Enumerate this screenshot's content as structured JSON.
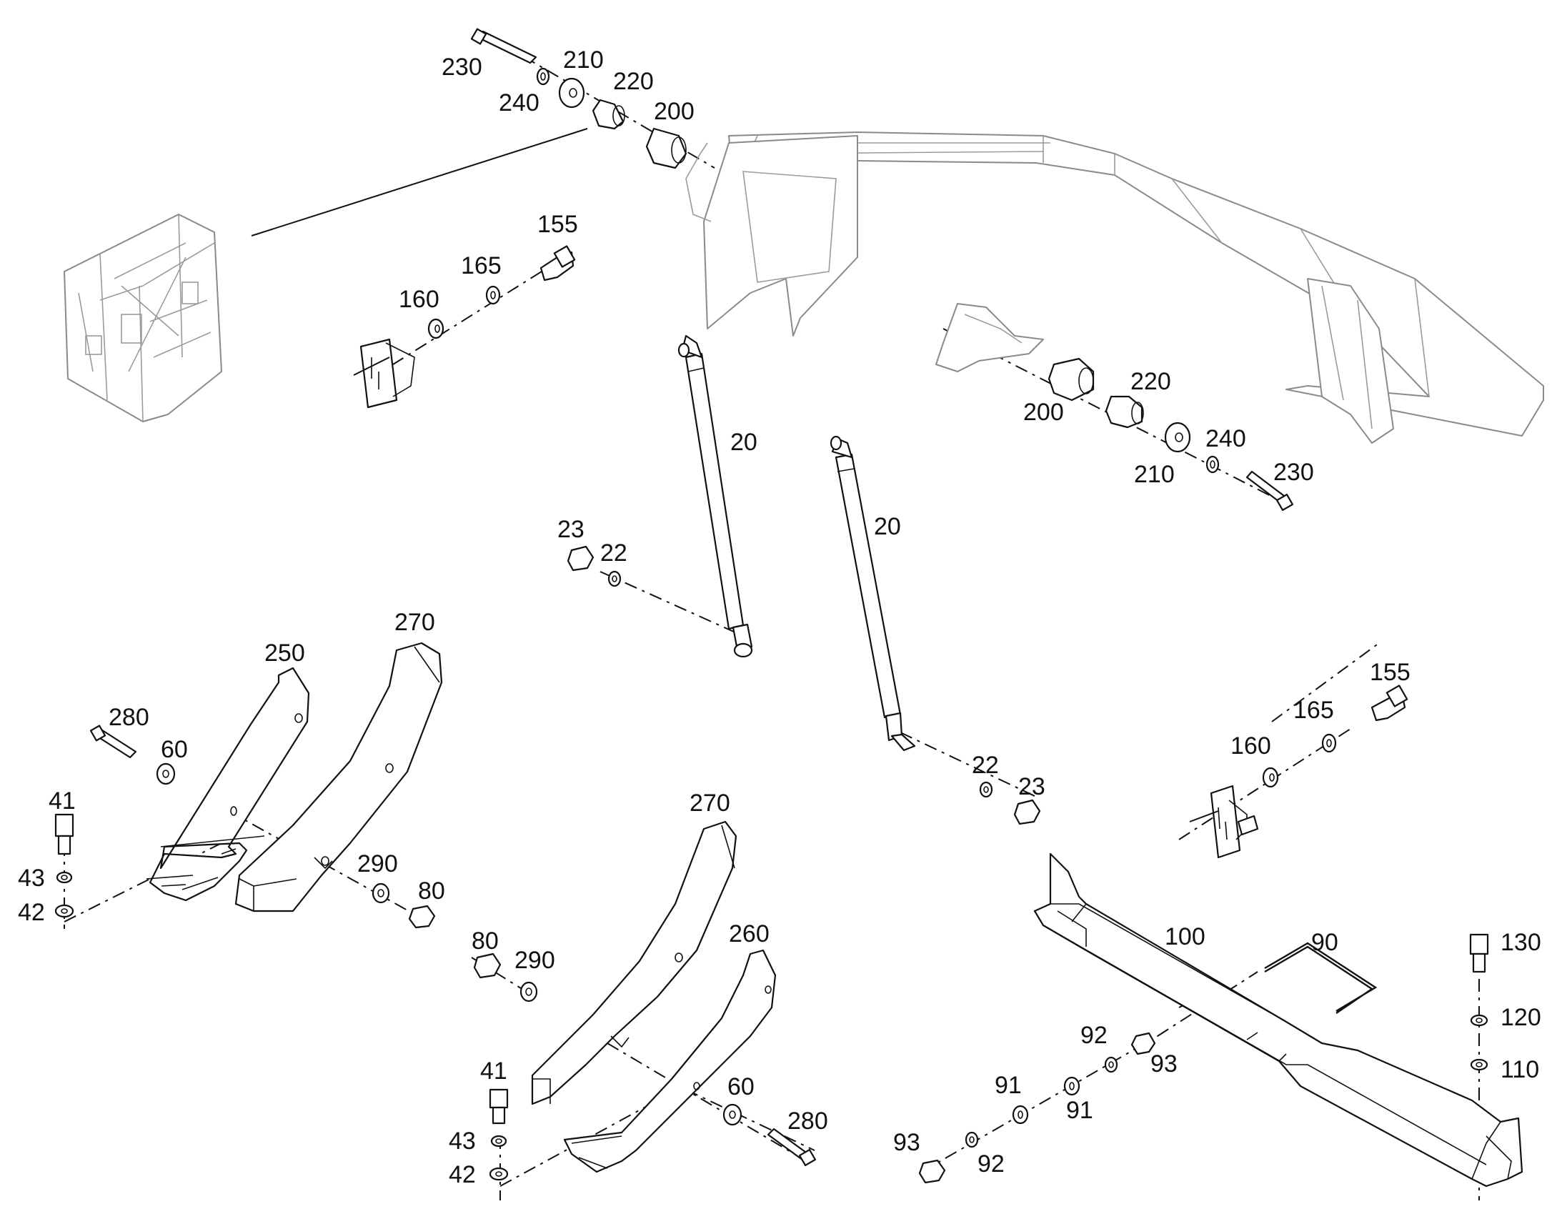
{
  "diagram": {
    "type": "exploded-parts-view",
    "callouts": [
      {
        "id": "c230a",
        "label": "230"
      },
      {
        "id": "c210a",
        "label": "210"
      },
      {
        "id": "c220a",
        "label": "220"
      },
      {
        "id": "c240a",
        "label": "240"
      },
      {
        "id": "c200a",
        "label": "200"
      },
      {
        "id": "c155a",
        "label": "155"
      },
      {
        "id": "c165a",
        "label": "165"
      },
      {
        "id": "c160a",
        "label": "160"
      },
      {
        "id": "c20a",
        "label": "20"
      },
      {
        "id": "c20b",
        "label": "20"
      },
      {
        "id": "c23a",
        "label": "23"
      },
      {
        "id": "c22a",
        "label": "22"
      },
      {
        "id": "c200b",
        "label": "200"
      },
      {
        "id": "c220b",
        "label": "220"
      },
      {
        "id": "c240b",
        "label": "240"
      },
      {
        "id": "c210b",
        "label": "210"
      },
      {
        "id": "c230b",
        "label": "230"
      },
      {
        "id": "c270a",
        "label": "270"
      },
      {
        "id": "c250",
        "label": "250"
      },
      {
        "id": "c280a",
        "label": "280"
      },
      {
        "id": "c60a",
        "label": "60"
      },
      {
        "id": "c41a",
        "label": "41"
      },
      {
        "id": "c43a",
        "label": "43"
      },
      {
        "id": "c42a",
        "label": "42"
      },
      {
        "id": "c290a",
        "label": "290"
      },
      {
        "id": "c80a",
        "label": "80"
      },
      {
        "id": "c22b",
        "label": "22"
      },
      {
        "id": "c23b",
        "label": "23"
      },
      {
        "id": "c155b",
        "label": "155"
      },
      {
        "id": "c165b",
        "label": "165"
      },
      {
        "id": "c160b",
        "label": "160"
      },
      {
        "id": "c270b",
        "label": "270"
      },
      {
        "id": "c260",
        "label": "260"
      },
      {
        "id": "c80b",
        "label": "80"
      },
      {
        "id": "c290b",
        "label": "290"
      },
      {
        "id": "c100",
        "label": "100"
      },
      {
        "id": "c90",
        "label": "90"
      },
      {
        "id": "c130",
        "label": "130"
      },
      {
        "id": "c120",
        "label": "120"
      },
      {
        "id": "c110",
        "label": "110"
      },
      {
        "id": "c92a",
        "label": "92"
      },
      {
        "id": "c93a",
        "label": "93"
      },
      {
        "id": "c91a",
        "label": "91"
      },
      {
        "id": "c91b",
        "label": "91"
      },
      {
        "id": "c93b",
        "label": "93"
      },
      {
        "id": "c92b",
        "label": "92"
      },
      {
        "id": "c41b",
        "label": "41"
      },
      {
        "id": "c43b",
        "label": "43"
      },
      {
        "id": "c42b",
        "label": "42"
      },
      {
        "id": "c60b",
        "label": "60"
      },
      {
        "id": "c280b",
        "label": "280"
      }
    ]
  }
}
